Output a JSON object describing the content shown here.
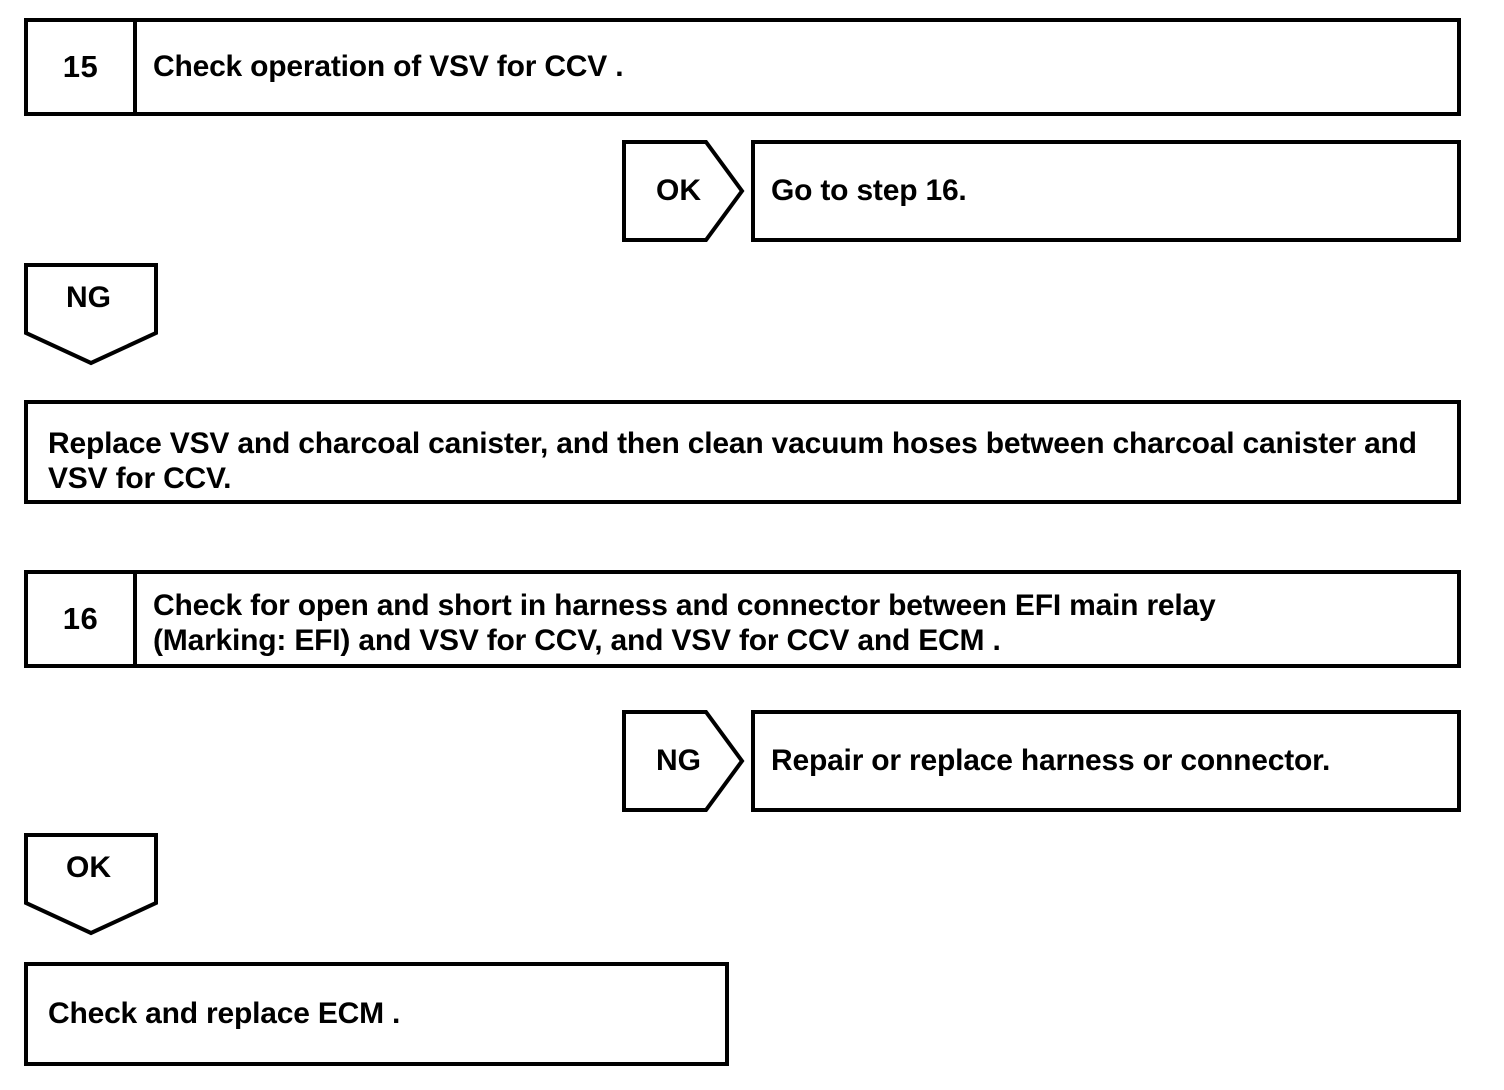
{
  "document": {
    "kind": "troubleshooting-flowchart",
    "line_color": "#000000",
    "fill_color": "#ffffff",
    "text_color": "#000000"
  },
  "steps": [
    {
      "number": "15",
      "instruction": "Check operation of VSV for CCV ."
    },
    {
      "number": "16",
      "instruction": "Check for open and short in harness and connector between EFI main relay\n(Marking: EFI) and VSV for CCV, and VSV for CCV and ECM ."
    }
  ],
  "branches": [
    {
      "result": "OK",
      "direction": "right",
      "action": "Go to step 16."
    },
    {
      "result": "NG",
      "direction": "down",
      "action": "Replace VSV and charcoal canister, and then clean vacuum hoses between charcoal canister and VSV for CCV."
    },
    {
      "result": "NG",
      "direction": "right",
      "action": "Repair or replace harness or connector."
    },
    {
      "result": "OK",
      "direction": "down",
      "action": "Check and replace ECM ."
    }
  ]
}
